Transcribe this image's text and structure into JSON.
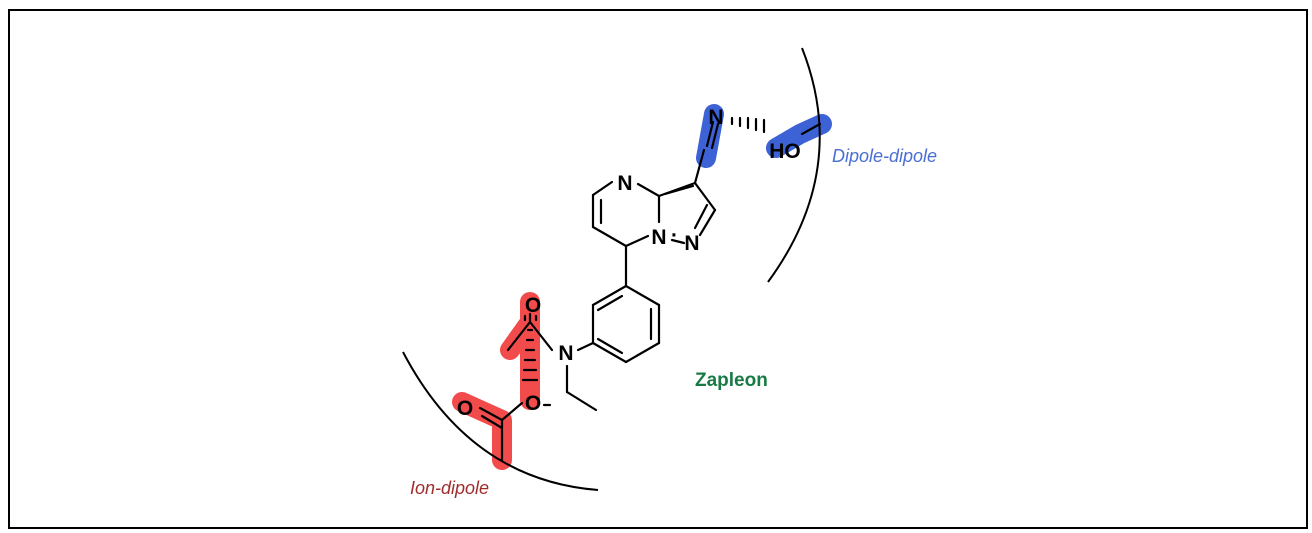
{
  "molecule": {
    "name": "Zapleon",
    "name_color": "#1a7a45"
  },
  "interactions": {
    "dipole": {
      "label": "Dipole-dipole",
      "color": "#4a6fd3"
    },
    "ion": {
      "label": "Ion-dipole",
      "color": "#a02d2d"
    }
  },
  "atoms": {
    "n_pyrimidine": "N",
    "n_bridge": "N",
    "n_pyrazole": "N",
    "n_nitrile": "N",
    "n_amide": "N",
    "o_carbonyl": "O",
    "o_ester": "O",
    "o_ester_carbonyl": "O",
    "ho": "HO"
  },
  "highlight_colors": {
    "red": "#f24b4b",
    "blue": "#3d62d6"
  }
}
